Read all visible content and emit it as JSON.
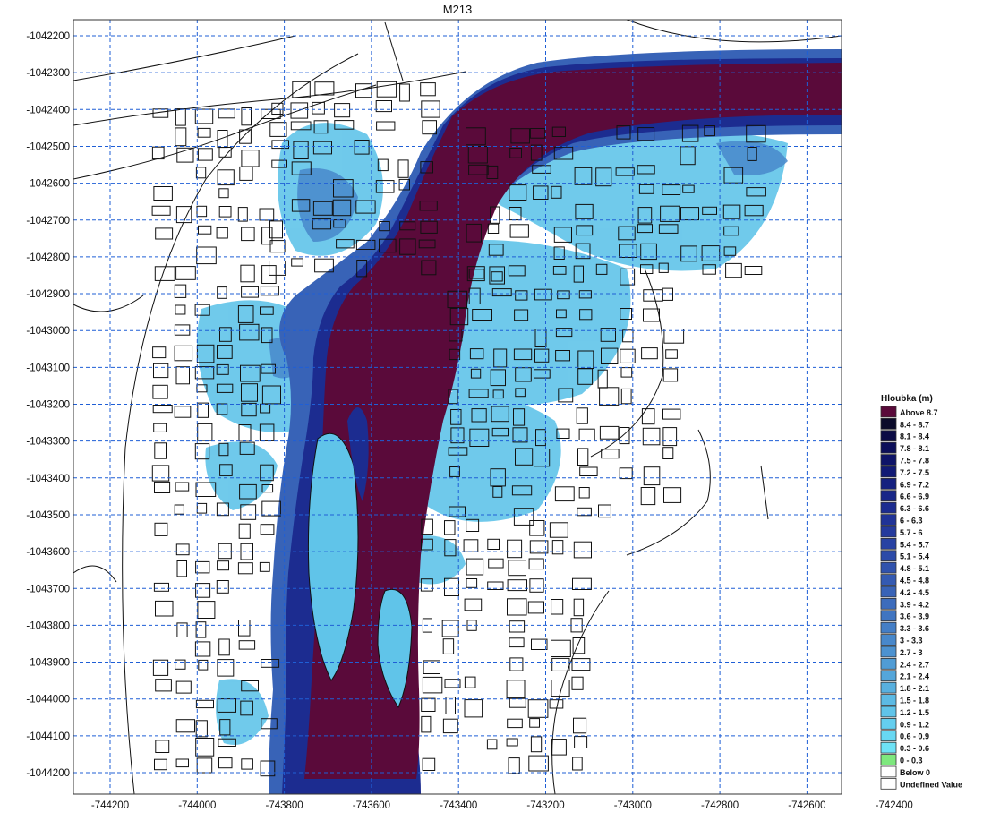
{
  "map": {
    "title": "M213",
    "x_ticks": [
      "-744200",
      "-744000",
      "-743800",
      "-743600",
      "-743400",
      "-743200",
      "-743000",
      "-742800",
      "-742600",
      "-742400"
    ],
    "y_ticks": [
      "-1042200",
      "-1042300",
      "-1042400",
      "-1042500",
      "-1042600",
      "-1042700",
      "-1042800",
      "-1042900",
      "-1043000",
      "-1043100",
      "-1043200",
      "-1043300",
      "-1043400",
      "-1043500",
      "-1043600",
      "-1043700",
      "-1043800",
      "-1043900",
      "-1044000",
      "-1044100",
      "-1044200"
    ],
    "grid_color": "#1f5fd6"
  },
  "legend": {
    "title": "Hloubka (m)",
    "items": [
      {
        "label": "Above 8.7",
        "color": "#5a0a3a"
      },
      {
        "label": "8.4 - 8.7",
        "color": "#0a0a2a"
      },
      {
        "label": "8.1 - 8.4",
        "color": "#0b0b45"
      },
      {
        "label": "7.8 - 8.1",
        "color": "#0c0f5a"
      },
      {
        "label": "7.5 - 7.8",
        "color": "#0e1468"
      },
      {
        "label": "7.2 - 7.5",
        "color": "#111a75"
      },
      {
        "label": "6.9 - 7.2",
        "color": "#14207f"
      },
      {
        "label": "6.6 - 6.9",
        "color": "#182688"
      },
      {
        "label": "6.3 - 6.6",
        "color": "#1c2c90"
      },
      {
        "label": "6 - 6.3",
        "color": "#203397"
      },
      {
        "label": "5.7 - 6",
        "color": "#243a9d"
      },
      {
        "label": "5.4 - 5.7",
        "color": "#2842a3"
      },
      {
        "label": "5.1 - 5.4",
        "color": "#2c4aa8"
      },
      {
        "label": "4.8 - 5.1",
        "color": "#3052ad"
      },
      {
        "label": "4.5 - 4.8",
        "color": "#345ab2"
      },
      {
        "label": "4.2 - 4.5",
        "color": "#3863b7"
      },
      {
        "label": "3.9 - 4.2",
        "color": "#3c6cbc"
      },
      {
        "label": "3.6 - 3.9",
        "color": "#4075c1"
      },
      {
        "label": "3.3 - 3.6",
        "color": "#447ec6"
      },
      {
        "label": "3 - 3.3",
        "color": "#4888cb"
      },
      {
        "label": "2.7 - 3",
        "color": "#4c92d0"
      },
      {
        "label": "2.4 - 2.7",
        "color": "#509cd5"
      },
      {
        "label": "2.1 - 2.4",
        "color": "#54a6da"
      },
      {
        "label": "1.8 - 2.1",
        "color": "#58b0df"
      },
      {
        "label": "1.5 - 1.8",
        "color": "#5cbae4"
      },
      {
        "label": "1.2 - 1.5",
        "color": "#60c4e9"
      },
      {
        "label": "0.9 - 1.2",
        "color": "#64ceee"
      },
      {
        "label": "0.6 - 0.9",
        "color": "#68d8f2"
      },
      {
        "label": "0.3 - 0.6",
        "color": "#6ee2f6"
      },
      {
        "label": "0 - 0.3",
        "color": "#7ee87e"
      },
      {
        "label": "Below 0",
        "color": "#ffffff"
      },
      {
        "label": "Undefined Value",
        "color": "#ffffff"
      }
    ]
  },
  "colors": {
    "river_deep": "#5a0a3a",
    "river_mid": "#1c2c90",
    "river_shallow": "#3863b7",
    "flood_light": "#60c4e9",
    "flood_mid": "#4888cb",
    "buildings": "#111111"
  }
}
